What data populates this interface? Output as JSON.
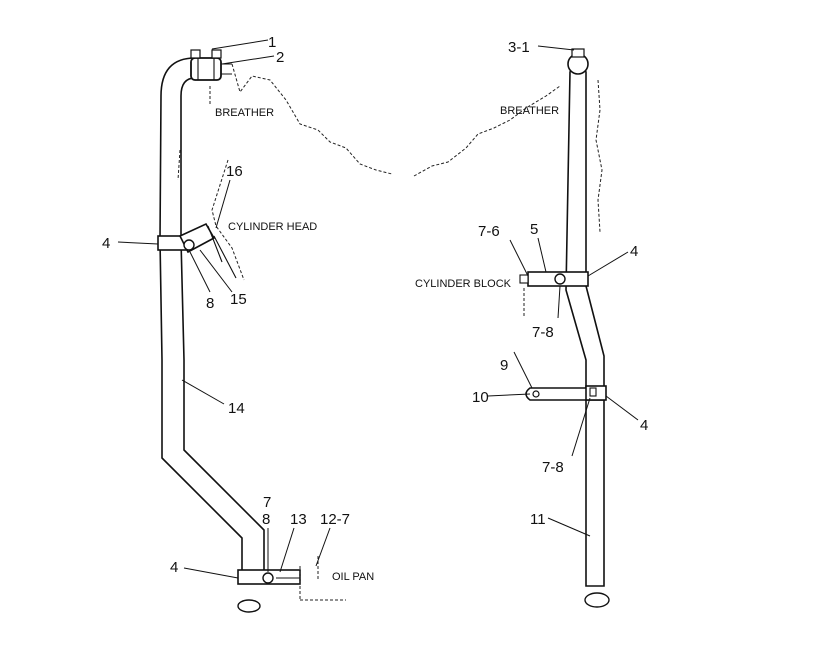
{
  "labels": {
    "breather_left": "BREATHER",
    "breather_right": "BREATHER",
    "cylinder_head": "CYLINDER HEAD",
    "cylinder_block": "CYLINDER BLOCK",
    "oil_pan": "OIL PAN"
  },
  "callouts_left": {
    "c1": "1",
    "c2": "2",
    "c16": "16",
    "c4a": "4",
    "c8a": "8",
    "c15": "15",
    "c14": "14",
    "c7": "7",
    "c8b": "8",
    "c13": "13",
    "c12_7": "12-7",
    "c4b": "4"
  },
  "callouts_right": {
    "c3_1": "3-1",
    "c7_6": "7-6",
    "c5": "5",
    "c4a": "4",
    "c7_8a": "7-8",
    "c9": "9",
    "c10": "10",
    "c4b": "4",
    "c7_8b": "7-8",
    "c11": "11"
  }
}
